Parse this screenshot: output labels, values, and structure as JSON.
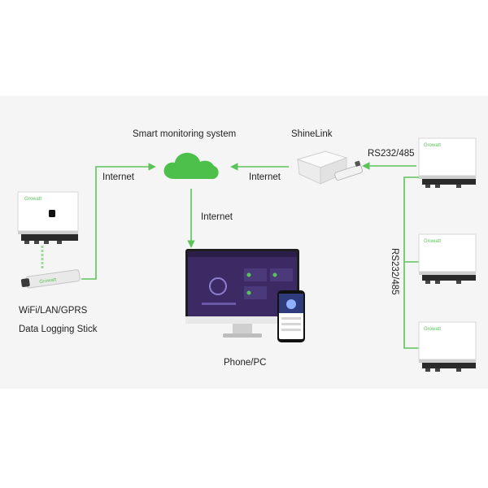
{
  "labels": {
    "cloud_title": "Smart monitoring system",
    "shinelink_title": "ShineLink",
    "rs_top": "RS232/485",
    "rs_vertical": "RS232/485",
    "internet_left": "Internet",
    "internet_mid": "Internet",
    "internet_down": "Internet",
    "stick_line1": "WiFi/LAN/GPRS",
    "stick_line2": "Data Logging Stick",
    "phone_pc": "Phone/PC"
  },
  "brand": {
    "inverter_logo": "Growatt",
    "stick_logo": "Growatt"
  },
  "colors": {
    "accent_green": "#5cc35a",
    "cloud_green": "#4cc04a",
    "text": "#222222",
    "screen_purple": "#3b2a63"
  },
  "icons": [
    "cloud-icon",
    "router-icon",
    "inverter-icon",
    "logging-stick-icon",
    "monitor-icon",
    "phone-icon"
  ]
}
